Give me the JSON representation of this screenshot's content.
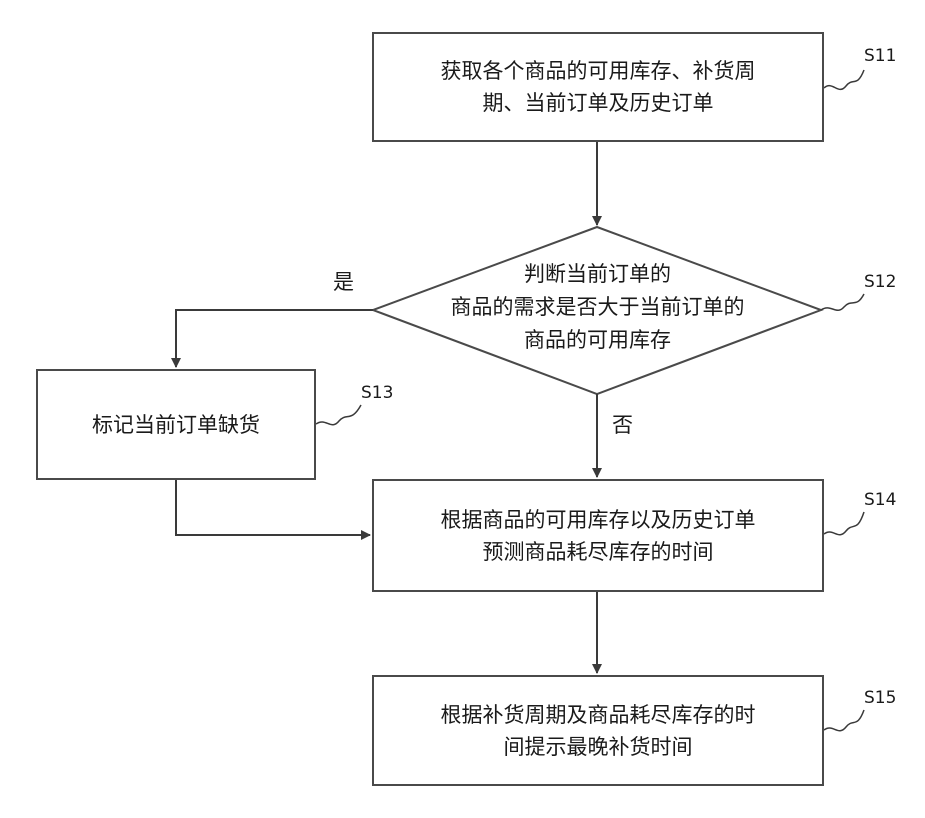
{
  "steps": {
    "s11": {
      "line1": "获取各个商品的可用库存、补货周",
      "line2": "期、当前订单及历史订单",
      "id": "S11"
    },
    "s12": {
      "line1": "判断当前订单的",
      "line2": "商品的需求是否大于当前订单的",
      "line3": "商品的可用库存",
      "id": "S12"
    },
    "s13": {
      "text": "标记当前订单缺货",
      "id": "S13"
    },
    "s14": {
      "line1": "根据商品的可用库存以及历史订单",
      "line2": "预测商品耗尽库存的时间",
      "id": "S14"
    },
    "s15": {
      "line1": "根据补货周期及商品耗尽库存的时",
      "line2": "间提示最晚补货时间",
      "id": "S15"
    }
  },
  "branches": {
    "yes": "是",
    "no": "否"
  },
  "colors": {
    "stroke": "#4a4a4a",
    "text": "#1a1a1a",
    "background": "#ffffff"
  }
}
